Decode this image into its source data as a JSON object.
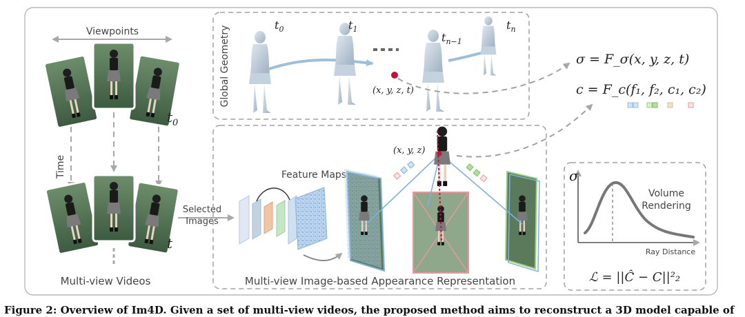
{
  "viewpoints_label": "Viewpoints",
  "time_label": "Time",
  "time_t0": "t",
  "time_t0_sub": "0",
  "time_t": "t",
  "multiview_videos_label": "Multi-view Videos",
  "selected_images_line1": "Selected",
  "selected_images_line2": "Images",
  "global_geometry_label": "Global Geometry",
  "frame_labels": [
    {
      "base": "t",
      "sub": "0"
    },
    {
      "base": "t",
      "sub": "1"
    },
    {
      "base": "t",
      "sub": "n−1"
    },
    {
      "base": "t",
      "sub": "n"
    }
  ],
  "point_label_geometry": "(x, y, z, t)",
  "point_label_appearance": "(x, y, z)",
  "feature_maps_label": "Feature Maps",
  "appearance_label": "Multi-view Image-based Appearance Representation",
  "sigma_eq": "σ = F_σ(x, y, z, t)",
  "color_eq": "c = F_c(f₁, f₂, c₁, c₂)",
  "volume_rendering_line1": "Volume",
  "volume_rendering_line2": "Rendering",
  "sigma_axis": "σ",
  "ray_distance_label": "Ray Distance",
  "loss_eq": "ℒ = ||Ĉ − C||²₂",
  "caption": "Figure 2: Overview of Im4D. Given a set of multi-view videos, the proposed method aims to reconstruct a 3D model capable of",
  "colors": {
    "frame": "#b8b8b8",
    "dashed": "#a0a0a0",
    "arrow_blue": "#9cc0dc",
    "point_red": "#c8103c",
    "green_bg": "#3c5a40",
    "image_blue": "#7fb0e0",
    "image_pink": "#e49a9a",
    "image_green": "#9ed080"
  }
}
